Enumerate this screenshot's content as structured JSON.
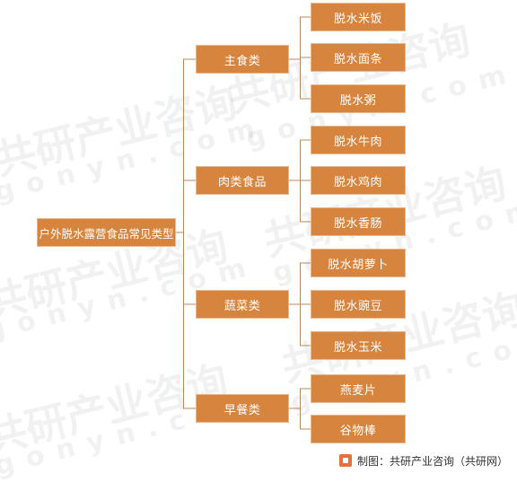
{
  "diagram": {
    "root": "户外脱水露营食品常见类型",
    "branches": [
      {
        "label": "主食类",
        "children": [
          "脱水米饭",
          "脱水面条",
          "脱水粥"
        ]
      },
      {
        "label": "肉类食品",
        "children": [
          "脱水牛肉",
          "脱水鸡肉",
          "脱水香肠"
        ]
      },
      {
        "label": "蔬菜类",
        "children": [
          "脱水胡萝卜",
          "脱水豌豆",
          "脱水玉米"
        ]
      },
      {
        "label": "早餐类",
        "children": [
          "燕麦片",
          "谷物棒"
        ]
      }
    ]
  },
  "footer": {
    "source": "制图：共研产业咨询（共研网）"
  },
  "colors": {
    "node_fill": "#d6843e",
    "line": "#b8895e"
  },
  "watermark": {
    "text": "共研产业咨询",
    "url": "gonyn.com"
  }
}
